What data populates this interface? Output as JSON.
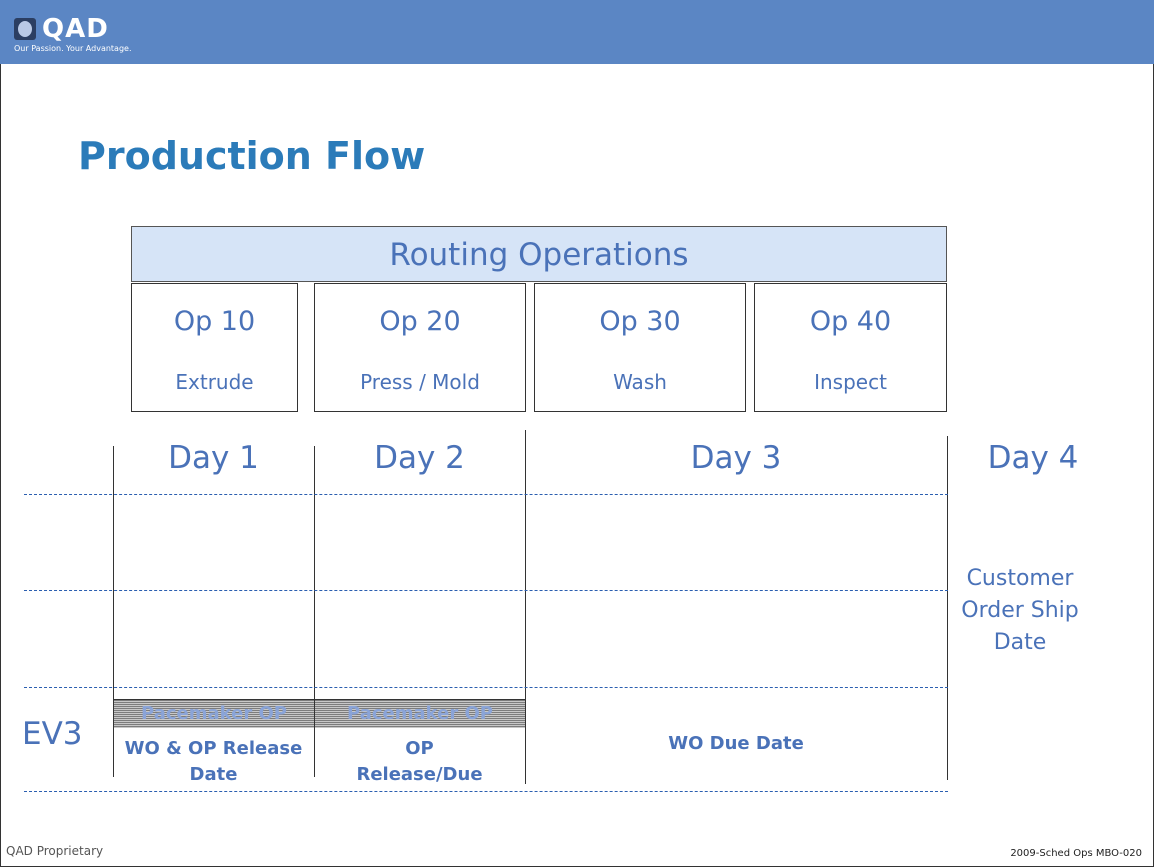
{
  "brand": {
    "name": "QAD",
    "tagline": "Our Passion. Your Advantage."
  },
  "slide": {
    "title": "Production Flow"
  },
  "routing": {
    "header": "Routing Operations",
    "operations": [
      {
        "number": "Op 10",
        "name": "Extrude"
      },
      {
        "number": "Op 20",
        "name": "Press / Mold"
      },
      {
        "number": "Op 30",
        "name": "Wash"
      },
      {
        "number": "Op 40",
        "name": "Inspect"
      }
    ]
  },
  "timeline": {
    "days": [
      "Day 1",
      "Day 2",
      "Day 3",
      "Day 4"
    ],
    "customer_ship": "Customer Order Ship Date",
    "row_label": "EV3",
    "pacemaker": [
      "Pacemaker OP",
      "Pacemaker OP"
    ],
    "milestones": [
      "WO & OP Release Date",
      "OP Release/Due",
      "WO Due Date"
    ]
  },
  "footer": {
    "left": "QAD Proprietary",
    "right": "2009-Sched Ops MBO-020"
  },
  "colors": {
    "header_bar": "#5b86c4",
    "title": "#2b7bb9",
    "text": "#4a72b8",
    "routing_fill": "#d6e4f7"
  }
}
